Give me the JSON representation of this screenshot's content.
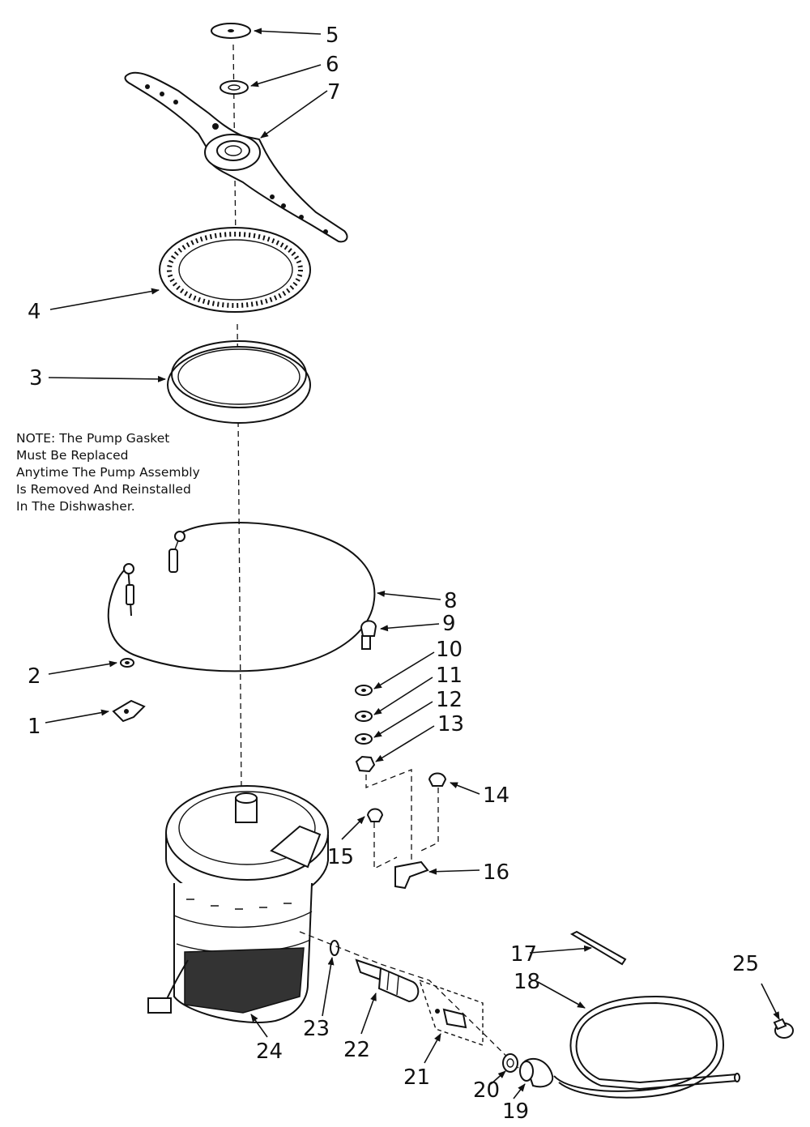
{
  "note": {
    "lines": [
      "NOTE: The Pump Gasket",
      "Must Be Replaced",
      "Anytime The Pump Assembly",
      "Is Removed And Reinstalled",
      "In The Dishwasher."
    ]
  },
  "callouts": {
    "p1": "1",
    "p2": "2",
    "p3": "3",
    "p4": "4",
    "p5": "5",
    "p6": "6",
    "p7": "7",
    "p8": "8",
    "p9": "9",
    "p10": "10",
    "p11": "11",
    "p12": "12",
    "p13": "13",
    "p14": "14",
    "p15": "15",
    "p16": "16",
    "p17": "17",
    "p18": "18",
    "p19": "19",
    "p20": "20",
    "p21": "21",
    "p22": "22",
    "p23": "23",
    "p24": "24",
    "p25": "25"
  }
}
